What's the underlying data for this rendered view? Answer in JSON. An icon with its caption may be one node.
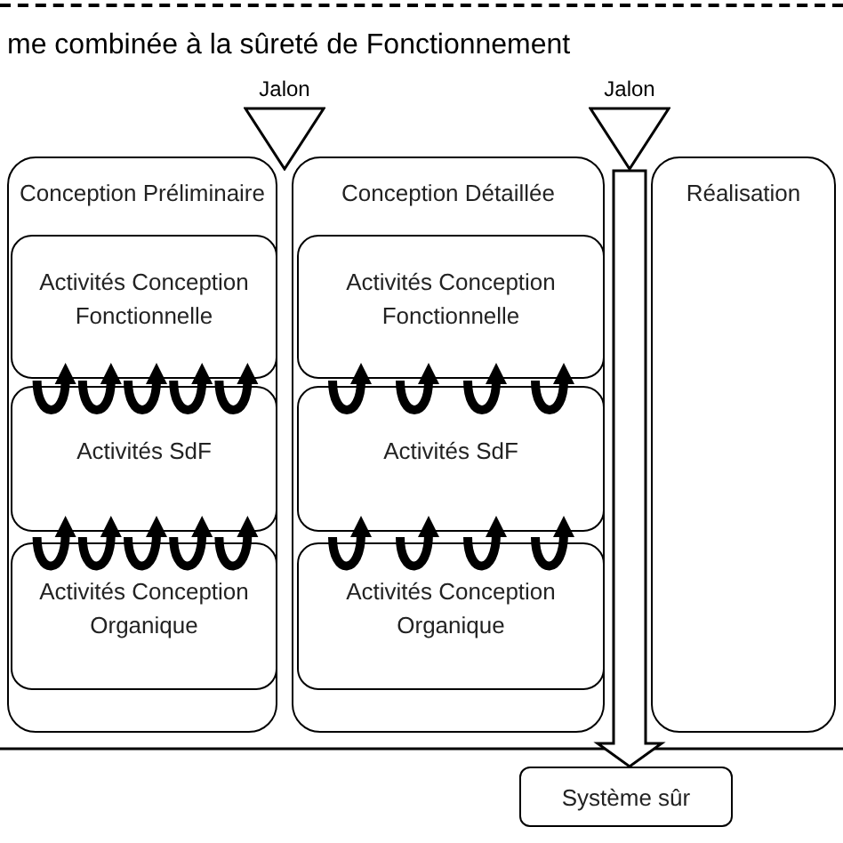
{
  "diagram": {
    "title": "me combinée à la sûreté de Fonctionnement",
    "nodes": [
      {
        "text": [
          "Conception Préliminaire"
        ]
      },
      {
        "text": [
          "Activités Conception Fonctionnelle"
        ],
        "in": 0
      },
      {
        "text": [
          "Activités SdF"
        ],
        "in": 0
      },
      {
        "text": [
          "Activités Conception Organique"
        ],
        "in": 0
      },
      {
        "text": [
          "Conception Détaillée"
        ]
      },
      {
        "text": [
          "Activités Conception Fonctionnelle"
        ],
        "in": 4
      },
      {
        "text": [
          "Activités SdF"
        ],
        "in": 4
      },
      {
        "text": [
          "Activités Conception Organique"
        ],
        "in": 4
      },
      {
        "text": [
          "Réalisation"
        ]
      },
      {
        "text": [
          "Jalon"
        ]
      },
      {
        "text": [
          "Jalon"
        ]
      },
      {
        "text": [
          "Système sûr"
        ]
      }
    ],
    "edges": [
      {
        "from": 2,
        "to": 1,
        "arrow": "to"
      },
      {
        "from": 2,
        "to": 1,
        "arrow": "to"
      },
      {
        "from": 2,
        "to": 1,
        "arrow": "to"
      },
      {
        "from": 2,
        "to": 1,
        "arrow": "to"
      },
      {
        "from": 2,
        "to": 1,
        "arrow": "to"
      },
      {
        "from": 3,
        "to": 2,
        "arrow": "to"
      },
      {
        "from": 3,
        "to": 2,
        "arrow": "to"
      },
      {
        "from": 3,
        "to": 2,
        "arrow": "to"
      },
      {
        "from": 3,
        "to": 2,
        "arrow": "to"
      },
      {
        "from": 3,
        "to": 2,
        "arrow": "to"
      },
      {
        "from": 6,
        "to": 5,
        "arrow": "to"
      },
      {
        "from": 6,
        "to": 5,
        "arrow": "to"
      },
      {
        "from": 6,
        "to": 5,
        "arrow": "to"
      },
      {
        "from": 6,
        "to": 5,
        "arrow": "to"
      },
      {
        "from": 7,
        "to": 6,
        "arrow": "to"
      },
      {
        "from": 7,
        "to": 6,
        "arrow": "to"
      },
      {
        "from": 7,
        "to": 6,
        "arrow": "to"
      },
      {
        "from": 7,
        "to": 6,
        "arrow": "to"
      },
      {
        "from": 10,
        "to": 11,
        "arrow": "to",
        "style": "thick"
      }
    ]
  }
}
